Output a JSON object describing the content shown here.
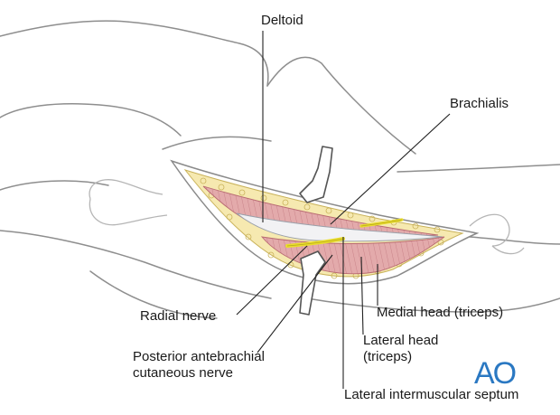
{
  "labels": {
    "deltoid": "Deltoid",
    "brachialis": "Brachialis",
    "radial_nerve": "Radial nerve",
    "posterior_antebrachial_line1": "Posterior antebrachial",
    "posterior_antebrachial_line2": "cutaneous nerve",
    "medial_head": "Medial head (triceps)",
    "lateral_head_line1": "Lateral head",
    "lateral_head_line2": "(triceps)",
    "lateral_intermuscular_septum": "Lateral intermuscular septum"
  },
  "logo": {
    "text": "AO",
    "color": "#2a78c2"
  },
  "colors": {
    "outline": "#8c8c8c",
    "muscle": "#e0a4a6",
    "muscle_dark": "#c97a80",
    "fat": "#f6e9b0",
    "nerve": "#e9dd2c",
    "leader": "#222222"
  }
}
